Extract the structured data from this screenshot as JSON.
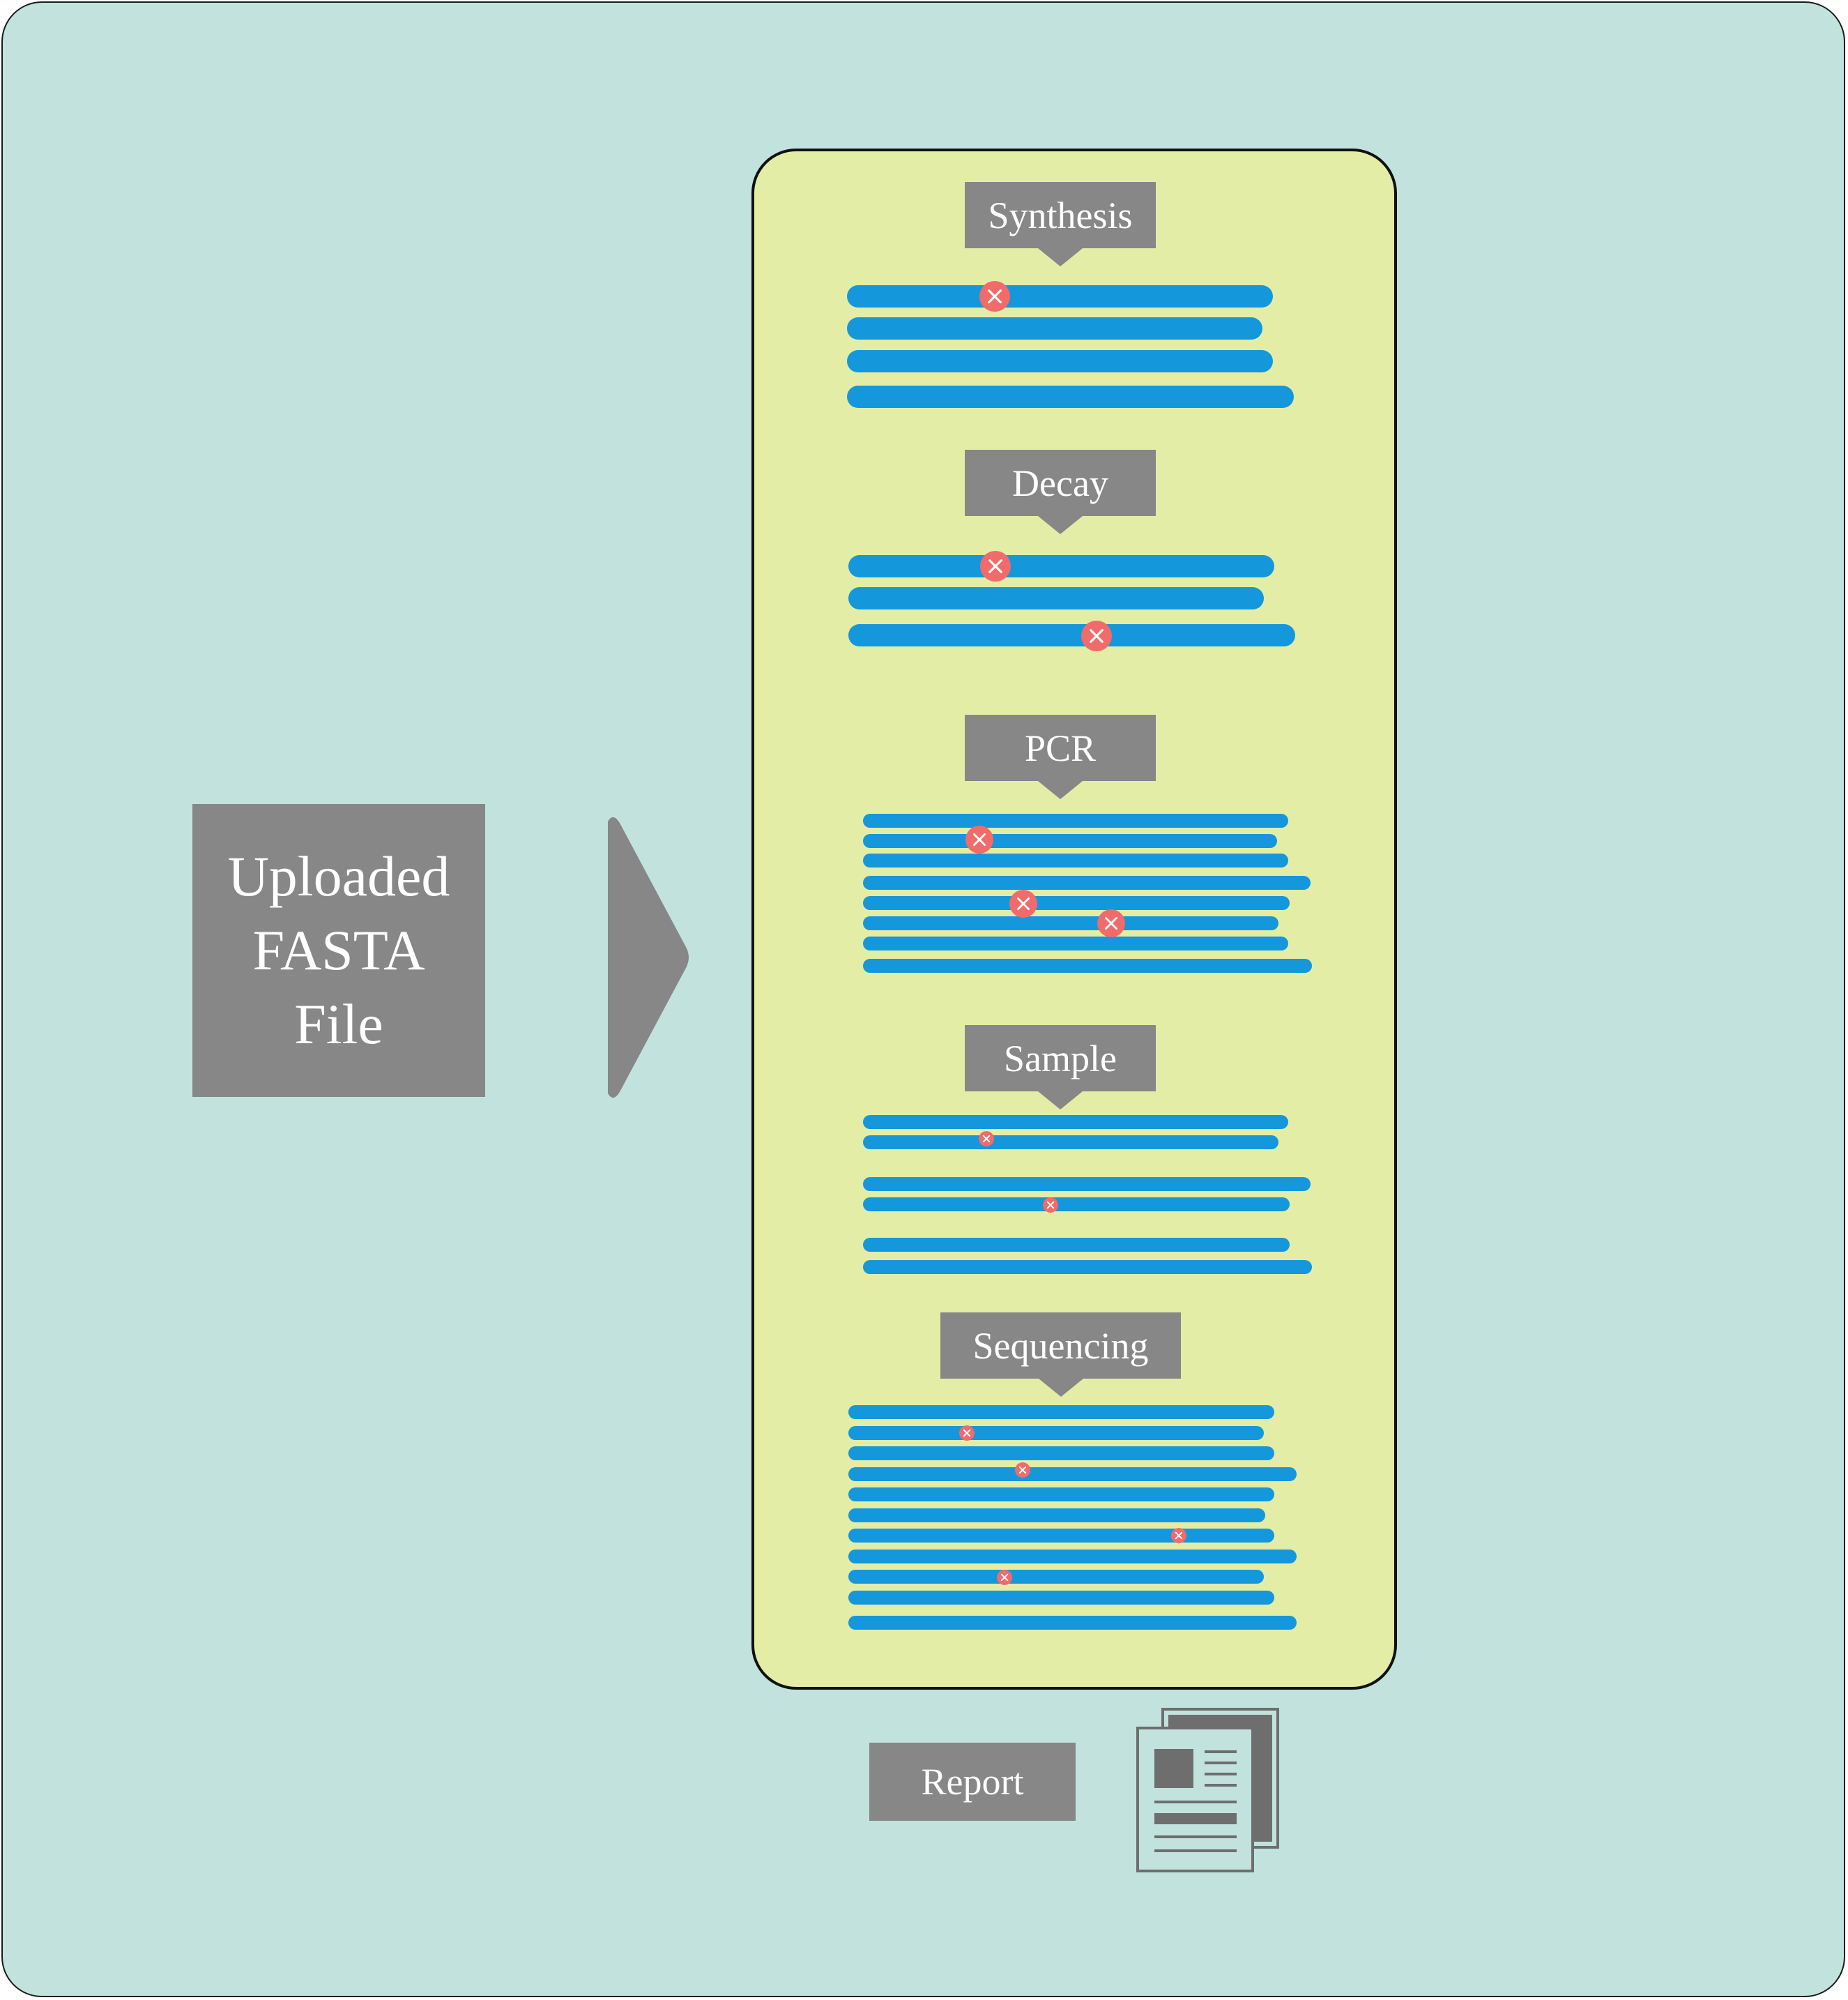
{
  "input": {
    "label": "Uploaded\nFASTA\nFile"
  },
  "stages": [
    {
      "name": "Synthesis"
    },
    {
      "name": "Decay"
    },
    {
      "name": "PCR"
    },
    {
      "name": "Sample"
    },
    {
      "name": "Sequencing"
    }
  ],
  "report": {
    "label": "Report"
  },
  "icons": {
    "flow_arrow": "arrow-right-icon",
    "error_marker": "error-x-icon",
    "report_document": "document-stack-icon"
  },
  "colors": {
    "background": "#c2e3dd",
    "panel": "#e3eda6",
    "strand": "#1597db",
    "error": "#f26b6b",
    "label": "#878787"
  }
}
